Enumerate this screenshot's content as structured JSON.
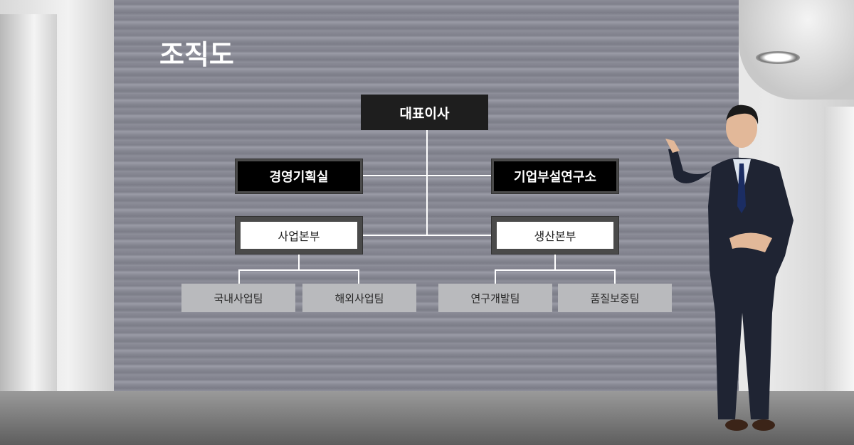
{
  "title": "조직도",
  "org": {
    "ceo": "대표이사",
    "planning": "경영기획실",
    "research_lab": "기업부설연구소",
    "business_division": "사업본부",
    "production_division": "생산본부",
    "teams": [
      "국내사업팀",
      "해외사업팀",
      "연구개발팀",
      "품질보증팀"
    ]
  }
}
